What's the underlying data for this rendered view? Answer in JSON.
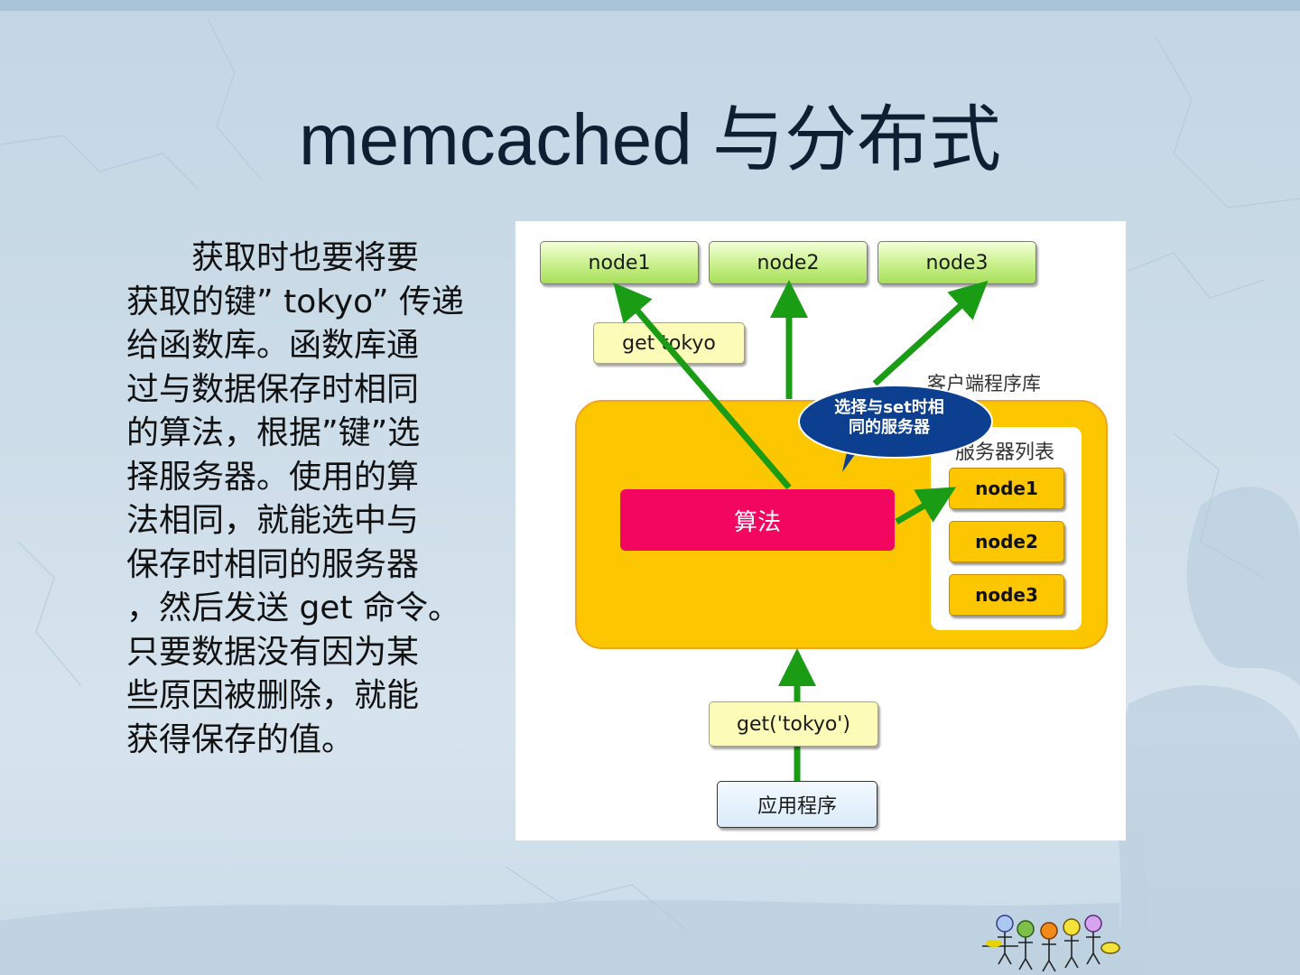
{
  "slide": {
    "title": "memcached 与分布式",
    "body": "　　获取时也要将要\n获取的键” tokyo” 传递\n给函数库。函数库通\n过与数据保存时相同\n的算法，根据”键”选\n择服务器。使用的算\n法相同，就能选中与\n保存时相同的服务器\n，然后发送 get 命令。\n只要数据没有因为某\n些原因被删除，就能\n获得保存的值。"
  },
  "diagram": {
    "top_nodes": [
      "node1",
      "node2",
      "node3"
    ],
    "get_label": "get tokyo",
    "library_label": "客户端程序库",
    "bubble_text": "选择与set时相\n同的服务器",
    "algorithm_label": "算法",
    "server_list_label": "服务器列表",
    "server_nodes": [
      "node1",
      "node2",
      "node3"
    ],
    "call_label": "get('tokyo')",
    "app_label": "应用程序"
  },
  "colors": {
    "title": "#0f1f33",
    "node_green": "#b8e874",
    "library_yellow": "#fdc700",
    "algorithm_pink": "#f2065f",
    "bubble_blue": "#0c3f8f",
    "arrow_green": "#1a9c14",
    "note_yellow": "#fdfbb8"
  }
}
